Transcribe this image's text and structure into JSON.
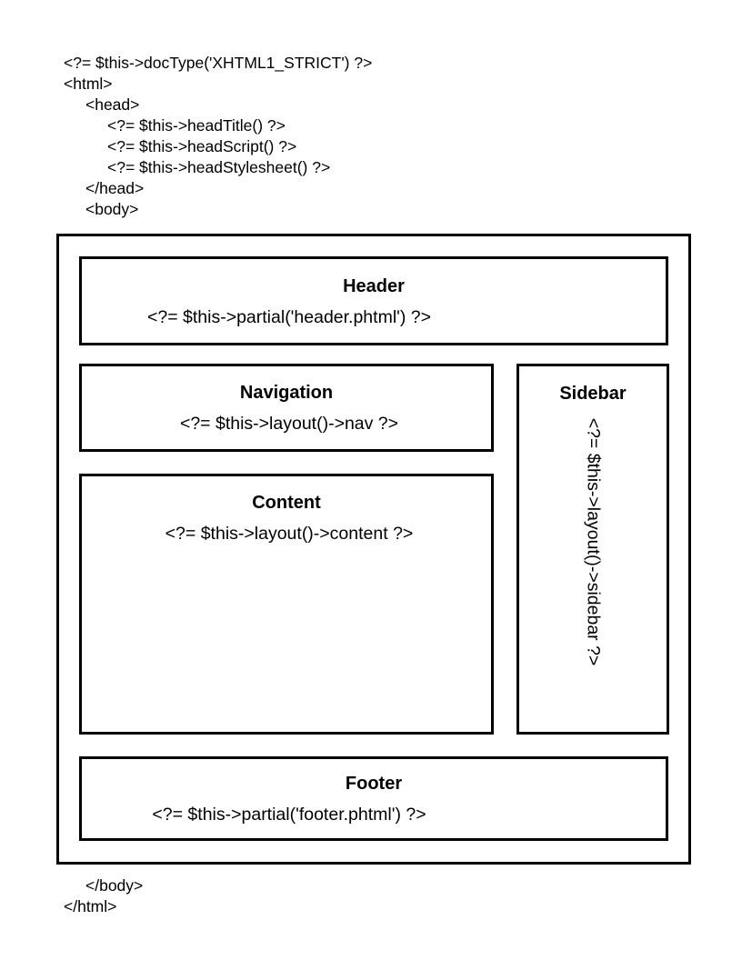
{
  "document": {
    "kind": "zend-framework-layout-diagram",
    "language": "php-xhtml-template"
  },
  "code_top": {
    "lines": [
      {
        "text": "<?= $this->docType('XHTML1_STRICT') ?>",
        "indent": 0
      },
      {
        "text": "<html>",
        "indent": 0
      },
      {
        "text": "<head>",
        "indent": 1
      },
      {
        "text": "<?= $this->headTitle() ?>",
        "indent": 2
      },
      {
        "text": "<?= $this->headScript() ?>",
        "indent": 2
      },
      {
        "text": "<?= $this->headStylesheet() ?>",
        "indent": 2
      },
      {
        "text": "</head>",
        "indent": 1
      },
      {
        "text": "<body>",
        "indent": 1
      }
    ]
  },
  "code_bottom": {
    "lines": [
      {
        "text": "</body>",
        "indent": 1
      },
      {
        "text": "</html>",
        "indent": 0
      }
    ]
  },
  "diagram": {
    "header": {
      "title": "Header",
      "code": "<?= $this->partial('header.phtml') ?>"
    },
    "navigation": {
      "title": "Navigation",
      "code": "<?= $this->layout()->nav ?>"
    },
    "content": {
      "title": "Content",
      "code": "<?= $this->layout()->content ?>"
    },
    "sidebar": {
      "title": "Sidebar",
      "code": "<?= $this->layout()->sidebar ?>"
    },
    "footer": {
      "title": "Footer",
      "code": "<?= $this->partial('footer.phtml') ?>"
    }
  },
  "colors": {
    "background": "#ffffff",
    "stroke": "#000000",
    "text": "#000000"
  }
}
